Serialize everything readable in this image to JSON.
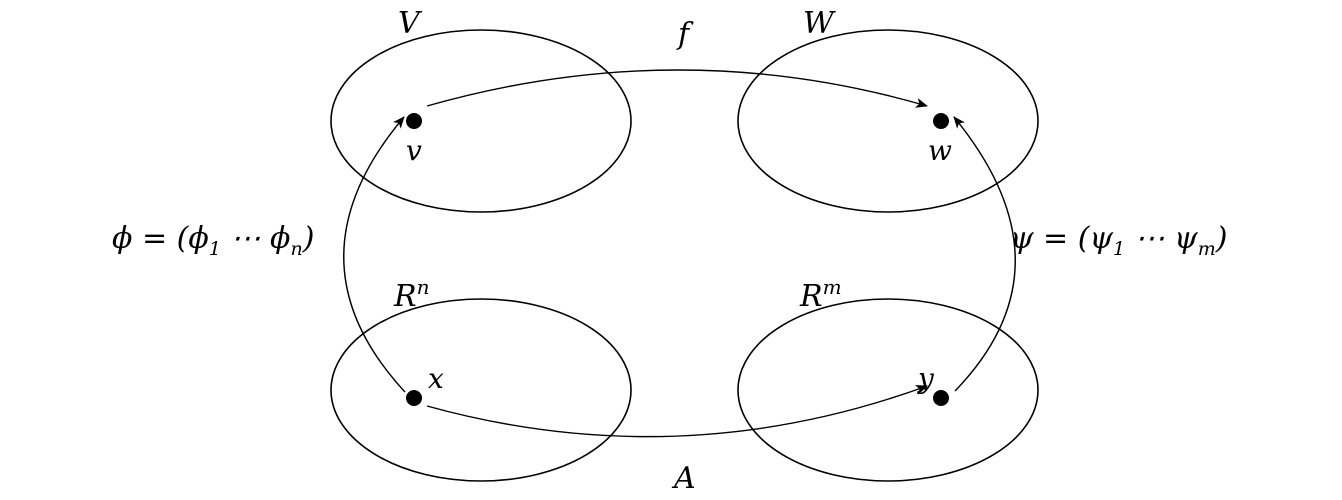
{
  "sets": {
    "V": "V",
    "W": "W",
    "Rn_base": "R",
    "Rn_exp": "n",
    "Rm_base": "R",
    "Rm_exp": "m"
  },
  "points": {
    "v": "v",
    "w": "w",
    "x": "x",
    "y": "y"
  },
  "maps": {
    "f": "f",
    "A": "A",
    "phi": {
      "lhs": "ϕ = (",
      "c1": "ϕ",
      "s1": "1",
      "dots": " ⋯ ",
      "c2": "ϕ",
      "s2": "n",
      "close": ")"
    },
    "psi": {
      "lhs": "ψ = (",
      "c1": "ψ",
      "s1": "1",
      "dots": " ⋯ ",
      "c2": "ψ",
      "s2": "m",
      "close": ")"
    }
  },
  "colors": {
    "stroke": "#000000",
    "background": "#ffffff"
  }
}
